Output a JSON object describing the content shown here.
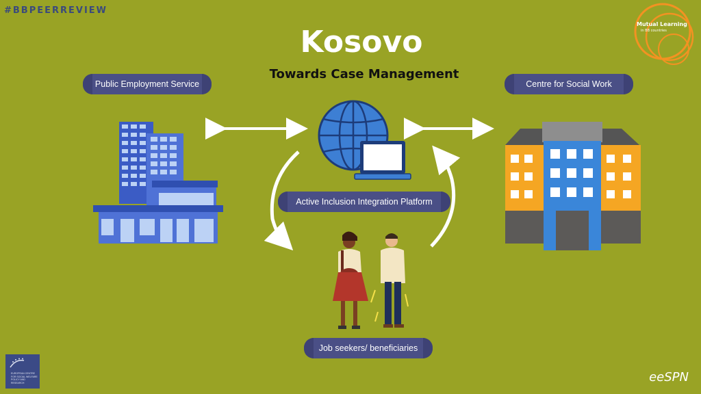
{
  "header": {
    "hashtag": "#BBPEERREVIEW",
    "title": "Kosovo",
    "subtitle": "Towards Case Management"
  },
  "nodes": {
    "pes": "Public Employment Service",
    "csw": "Centre for Social Work",
    "platform": "Active Inclusion Integration Platform",
    "jobseekers": "Job seekers/ beneficiaries"
  },
  "logos": {
    "mutual_learning_line1": "Mutual Learning",
    "mutual_learning_line2": "in BB countries",
    "spn": "eeSPN",
    "coe_text": "EUROPEAN CENTRE FOR SOCIAL WELFARE POLICY AND RESEARCH"
  },
  "colors": {
    "background": "#99a325",
    "pill": "#4a4f86",
    "accent_orange": "#f39222",
    "building_blue": "#4f72d6"
  },
  "icons": [
    "globe-icon",
    "laptop-icon",
    "office-building-icon",
    "social-work-building-icon",
    "people-icon",
    "bidirectional-arrow-icon",
    "curved-arrow-icon"
  ]
}
